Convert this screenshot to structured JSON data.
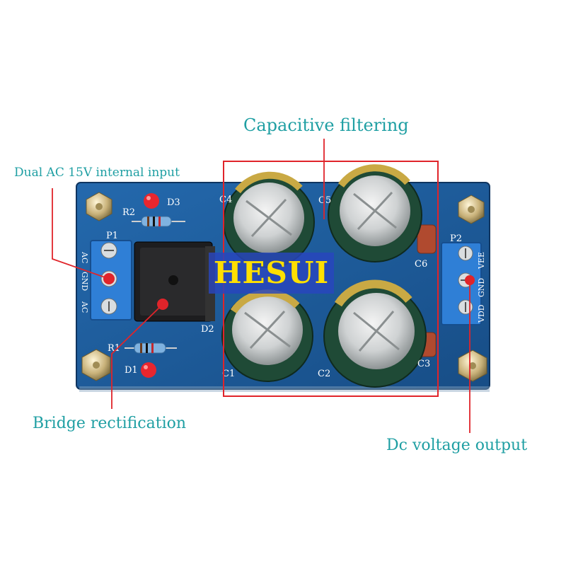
{
  "callouts": {
    "capacitive_filtering": "Capacitive filtering",
    "ac_input": "Dual AC 15V internal input",
    "bridge_rectification": "Bridge rectification",
    "dc_output": "Dc voltage output"
  },
  "watermark": "HESUI",
  "board": {
    "silkscreen": {
      "p1": "P1",
      "p2": "P2",
      "r1": "R1",
      "r2": "R2",
      "d1": "D1",
      "d2": "D2",
      "d3": "D3",
      "c1": "C1",
      "c2": "C2",
      "c3": "C3",
      "c4": "C4",
      "c5": "C5",
      "c6": "C6",
      "ac_top": "AC",
      "gnd_left": "GND",
      "ac_bottom": "AC",
      "vdd": "VDD",
      "gnd_right": "GND",
      "vee": "VEE"
    }
  },
  "colors": {
    "pcb": "#1e5d9b",
    "callout_text": "#1f9fa3",
    "callout_line": "#e0242a",
    "terminal": "#2f7fd6",
    "capacitor": "#1f4a36",
    "watermark_bg": "#2846be",
    "watermark_text": "#ffe000"
  }
}
